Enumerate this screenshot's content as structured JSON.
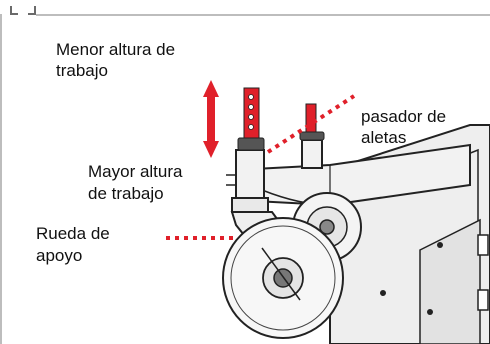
{
  "figure": {
    "labels": {
      "lower_height_line1": "Menor altura de",
      "lower_height_line2": "trabajo",
      "higher_height_line1": "Mayor altura",
      "higher_height_line2": "de trabajo",
      "pin_line1": "pasador de",
      "pin_line2": "aletas",
      "wheel_line1": "Rueda de",
      "wheel_line2": "apoyo"
    },
    "colors": {
      "callout_red": "#e0202a",
      "frame_gray": "#bdbdbd",
      "machine_fill": "#ececec",
      "outline": "#222222"
    },
    "icons": {
      "height_adjust": "double-arrow-vertical-icon"
    }
  }
}
